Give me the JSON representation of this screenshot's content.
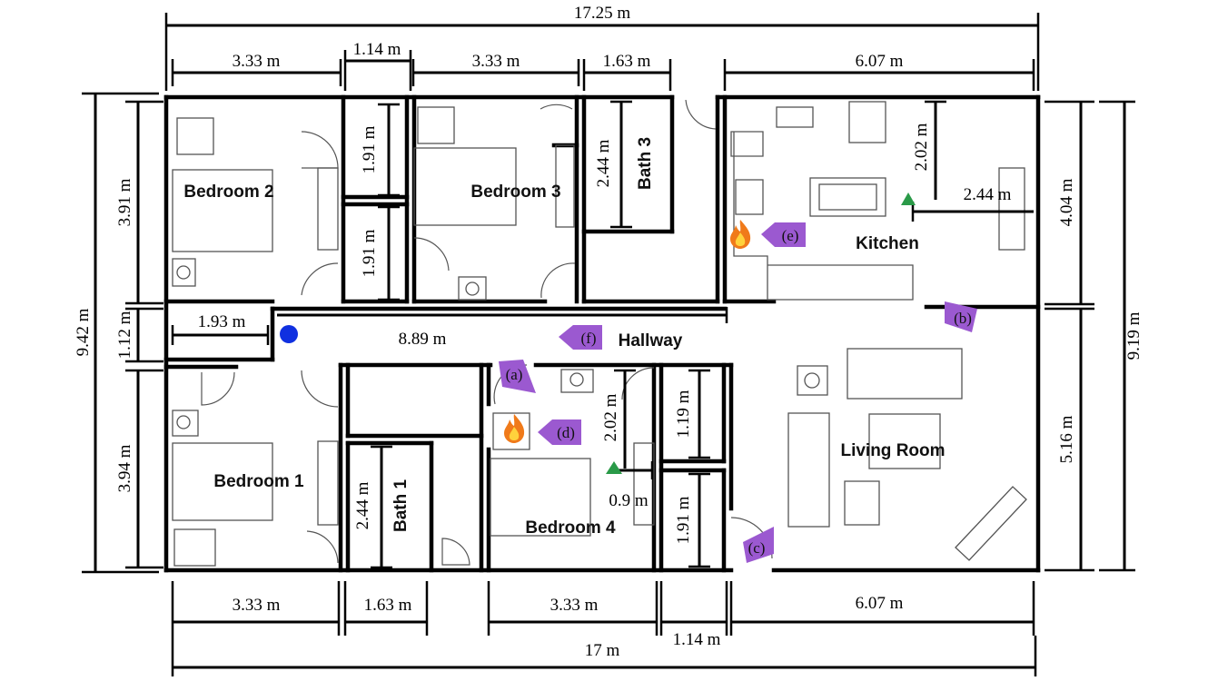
{
  "rooms": {
    "bedroom2": "Bedroom 2",
    "bedroom3": "Bedroom 3",
    "bath3": "Bath 3",
    "kitchen": "Kitchen",
    "hallway": "Hallway",
    "bedroom1": "Bedroom 1",
    "bath1": "Bath 1",
    "bedroom4": "Bedroom 4",
    "living": "Living Room"
  },
  "dimensions": {
    "top_total": "17.25 m",
    "top_b2": "3.33 m",
    "top_hall1": "1.14 m",
    "top_b3": "3.33 m",
    "top_bath3": "1.63 m",
    "top_kitchen": "6.07 m",
    "bottom_b1": "3.33 m",
    "bottom_bath1": "1.63 m",
    "bottom_b4": "3.33 m",
    "bottom_living": "6.07 m",
    "bottom_gap": "1.14 m",
    "bottom_total": "17 m",
    "left_total": "9.42 m",
    "left_b2": "3.91 m",
    "left_hall": "1.12 m",
    "left_b1": "3.94 m",
    "right_kitchen": "4.04 m",
    "right_living": "5.16 m",
    "right_total": "9.19 m",
    "closet_a": "1.91 m",
    "closet_b": "1.91 m",
    "bath3_h": "2.44 m",
    "kitchen_v": "2.02 m",
    "kitchen_h": "2.44 m",
    "hall_len": "8.89 m",
    "hall_stub": "1.93 m",
    "bath1_h": "2.44 m",
    "b4_v": "2.02 m",
    "b4_h": "0.9 m",
    "closet_c": "1.19 m",
    "closet_d": "1.91 m"
  },
  "markers": {
    "a": "(a)",
    "b": "(b)",
    "c": "(c)",
    "d": "(d)",
    "e": "(e)",
    "f": "(f)"
  },
  "colors": {
    "marker": "#9b59d0",
    "camera": "#2a9a48",
    "origin": "#1030e0"
  },
  "icons": {
    "fire": "fire-icon",
    "origin": "origin-dot-icon",
    "camera": "triangle-icon"
  }
}
